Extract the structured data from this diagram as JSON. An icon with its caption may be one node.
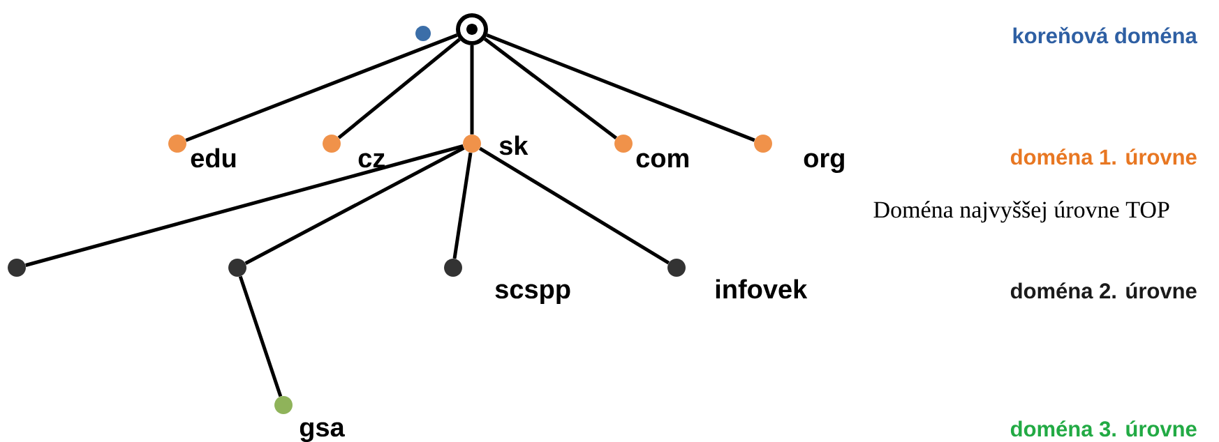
{
  "diagram": {
    "nodes": [
      {
        "text": [],
        "shape": "circle"
      },
      {
        "text": [
          "edu"
        ]
      },
      {
        "text": [
          "cz"
        ]
      },
      {
        "text": [
          "sk"
        ]
      },
      {
        "text": [
          "com"
        ]
      },
      {
        "text": [
          "org"
        ]
      },
      {
        "text": [],
        "shape": "circle"
      },
      {
        "text": [],
        "shape": "circle"
      },
      {
        "text": [
          "scspp"
        ]
      },
      {
        "text": [
          "infovek"
        ]
      },
      {
        "text": [
          "gsa"
        ]
      }
    ],
    "edges": [
      {
        "from": 0,
        "to": 1,
        "arrow": "none"
      },
      {
        "from": 0,
        "to": 2,
        "arrow": "none"
      },
      {
        "from": 0,
        "to": 3,
        "arrow": "none"
      },
      {
        "from": 0,
        "to": 4,
        "arrow": "none"
      },
      {
        "from": 0,
        "to": 5,
        "arrow": "none"
      },
      {
        "from": 3,
        "to": 6,
        "arrow": "none"
      },
      {
        "from": 3,
        "to": 7,
        "arrow": "none"
      },
      {
        "from": 3,
        "to": 8,
        "arrow": "none"
      },
      {
        "from": 3,
        "to": 9,
        "arrow": "none"
      },
      {
        "from": 7,
        "to": 10,
        "arrow": "none"
      }
    ],
    "labels": [
      "koreňová doména",
      "doména 1. úrovne",
      "Doména najvyššej úrovne  TOP",
      "doména 2. úrovne",
      "doména 3. úrovne"
    ]
  }
}
